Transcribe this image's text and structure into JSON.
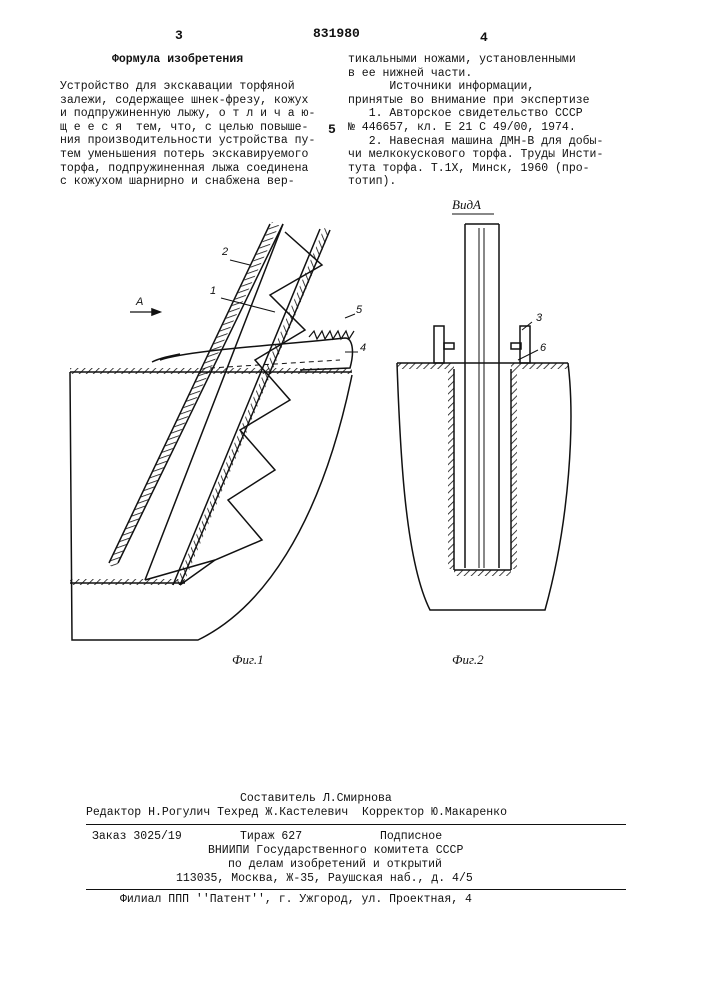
{
  "header": {
    "page_left": "3",
    "patent_number": "831980",
    "page_right": "4"
  },
  "left_column": {
    "title": "Формула изобретения",
    "lines": [
      "Устройство для экскавации торфяной",
      "залежи, содержащее шнек-фрезу, кожух",
      "и подпружиненную лыжу, о т л и ч а ю-",
      "щ е е с я  тем, что, с целью повыше-",
      "ния производительности устройства пу-",
      "тем уменьшения потерь экскавируемого",
      "торфа, подпружиненная лыжа соединена",
      "с кожухом шарнирно и снабжена вер-"
    ]
  },
  "right_column": {
    "lines": [
      "тикальными ножами, установленными",
      "в ее нижней части.",
      "      Источники информации,",
      "принятые во внимание при экспертизе",
      "   1. Авторское свидетельство СССР",
      "№ 446657, кл. Е 21 С 49/00, 1974.",
      "   2. Навесная машина ДМН-В для добы-",
      "чи мелкокускового торфа. Труды Инсти-",
      "тута торфа. Т.1Х, Минск, 1960 (про-",
      "тотип)."
    ]
  },
  "line_marker": "5",
  "figure1": {
    "caption": "Фиг.1",
    "labels": [
      "1",
      "2",
      "4",
      "5",
      "А"
    ]
  },
  "figure2": {
    "caption": "Фиг.2",
    "view_label": "ВидА",
    "labels": [
      "3",
      "6"
    ]
  },
  "footer": {
    "compiler": "Составитель Л.Смирнова",
    "editors": "Редактор Н.Рогулич Техред Ж.Кастелевич  Корректор Ю.Макаренко",
    "order": "Заказ 3025/19",
    "print_run": "Тираж 627",
    "subscription": "Подписное",
    "org1": "ВНИИПИ Государственного комитета СССР",
    "org2": "по делам изобретений и открытий",
    "address": "113035, Москва, Ж-35, Раушская наб., д. 4/5",
    "branch": "Филиал ППП ''Патент'', г. Ужгород, ул. Проектная, 4"
  }
}
